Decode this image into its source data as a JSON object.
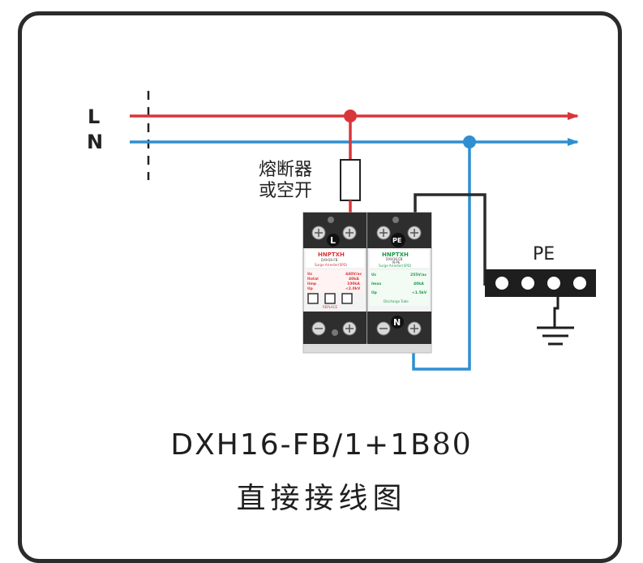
{
  "wires": {
    "L_label": "L",
    "N_label": "N",
    "L_color": "#d9363a",
    "N_color": "#2f8fd0",
    "ground_color": "#2b2b2b"
  },
  "fuse": {
    "line1": "熔断器",
    "line2": "或空开"
  },
  "pe_bar": {
    "label": "PE"
  },
  "module_left": {
    "terminal_top": "L",
    "brand": "HNPTXH",
    "model": "DXH16-FB",
    "type": "Surge Arrester(SPD)",
    "rows": [
      {
        "k": "Uc",
        "v": "440V/ac"
      },
      {
        "k": "Itotal",
        "v": "40kA"
      },
      {
        "k": "Iimp",
        "v": "100kA"
      },
      {
        "k": "Up",
        "v": "<2.0kV"
      }
    ],
    "footer": "REPLACE"
  },
  "module_right": {
    "terminal_top": "PE",
    "terminal_bottom": "N",
    "brand": "HNPTXH",
    "model": "DXH16-FB",
    "sub": "N-PE",
    "type": "Surge Arrester(SPD)",
    "rows": [
      {
        "k": "Uc",
        "v": "255V/ac"
      },
      {
        "k": "Imax",
        "v": "40kA"
      },
      {
        "k": "Up",
        "v": "<1.5kV"
      }
    ],
    "footer": "Discharge Tube"
  },
  "title": {
    "model_prefix": "DXH16-FB/1+1B",
    "model_suffix": "80",
    "caption": "直接接线图"
  },
  "icons": {
    "ground": "ground-symbol-icon"
  }
}
